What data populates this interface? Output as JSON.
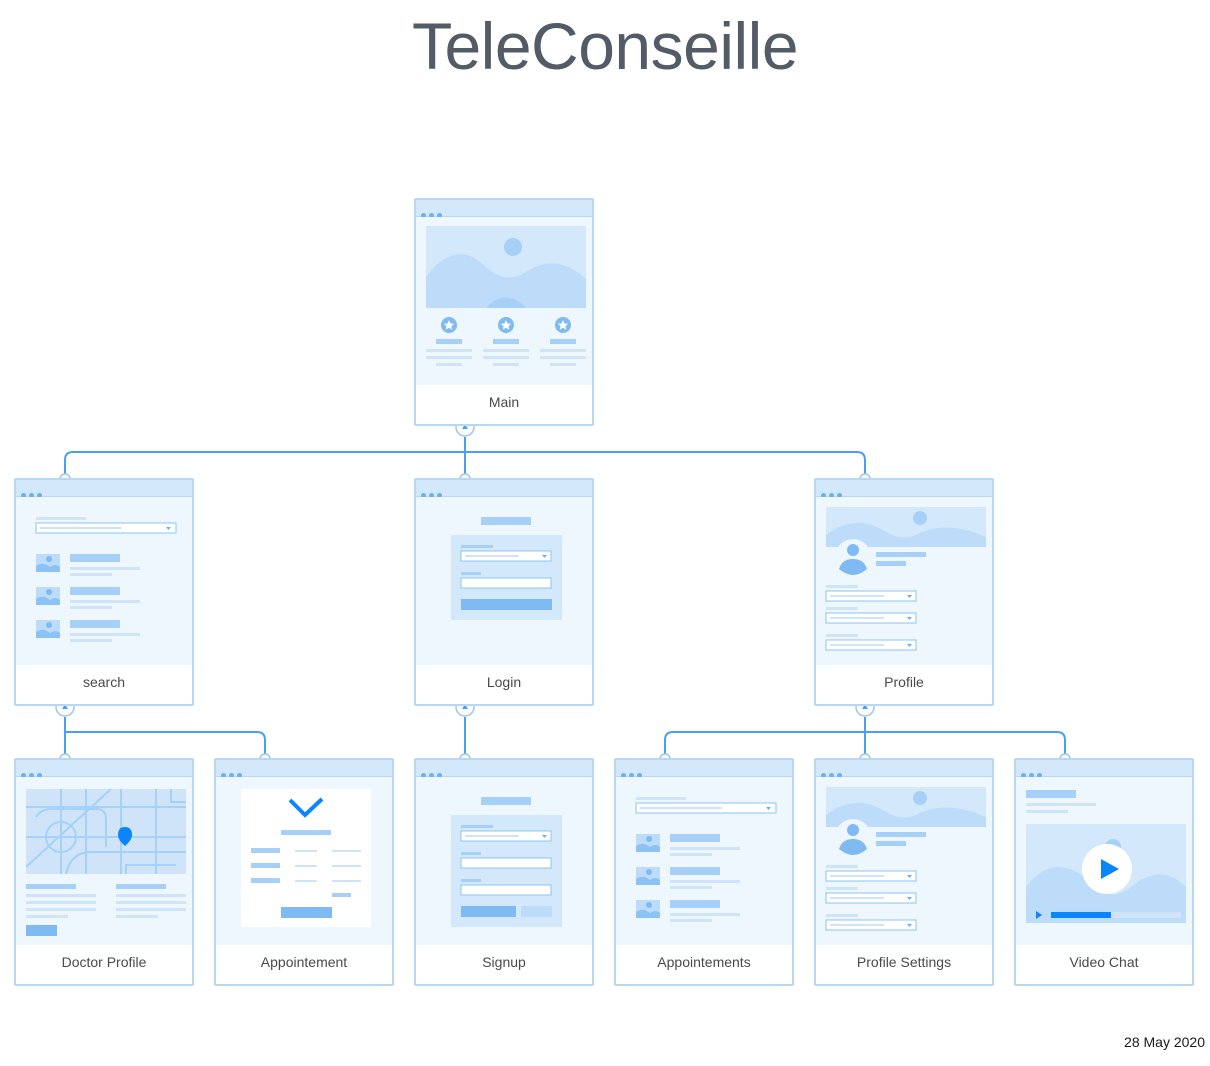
{
  "title": "TeleConseille",
  "date": "28 May 2020",
  "colors": {
    "connector": "#4aa0ee",
    "card_border": "#b7d7f2",
    "card_bar": "#d4e8fb",
    "accent": "#0a84ff"
  },
  "nodes": [
    {
      "id": "main",
      "label": "Main",
      "wireframe": "landing-wireframe"
    },
    {
      "id": "search",
      "label": "search",
      "wireframe": "list-wireframe"
    },
    {
      "id": "login",
      "label": "Login",
      "wireframe": "login-form-wireframe"
    },
    {
      "id": "profile",
      "label": "Profile",
      "wireframe": "profile-wireframe"
    },
    {
      "id": "doctor_profile",
      "label": "Doctor Profile",
      "wireframe": "map-wireframe"
    },
    {
      "id": "appointement",
      "label": "Appointement",
      "wireframe": "confirmation-wireframe"
    },
    {
      "id": "signup",
      "label": "Signup",
      "wireframe": "signup-form-wireframe"
    },
    {
      "id": "appointements",
      "label": "Appointements",
      "wireframe": "list-wireframe"
    },
    {
      "id": "profile_settings",
      "label": "Profile Settings",
      "wireframe": "profile-wireframe"
    },
    {
      "id": "video_chat",
      "label": "Video Chat",
      "wireframe": "video-wireframe"
    }
  ],
  "edges": [
    {
      "from": "main",
      "to": "search"
    },
    {
      "from": "main",
      "to": "login"
    },
    {
      "from": "main",
      "to": "profile"
    },
    {
      "from": "search",
      "to": "doctor_profile"
    },
    {
      "from": "search",
      "to": "appointement"
    },
    {
      "from": "login",
      "to": "signup"
    },
    {
      "from": "profile",
      "to": "appointements"
    },
    {
      "from": "profile",
      "to": "profile_settings"
    },
    {
      "from": "profile",
      "to": "video_chat"
    }
  ]
}
